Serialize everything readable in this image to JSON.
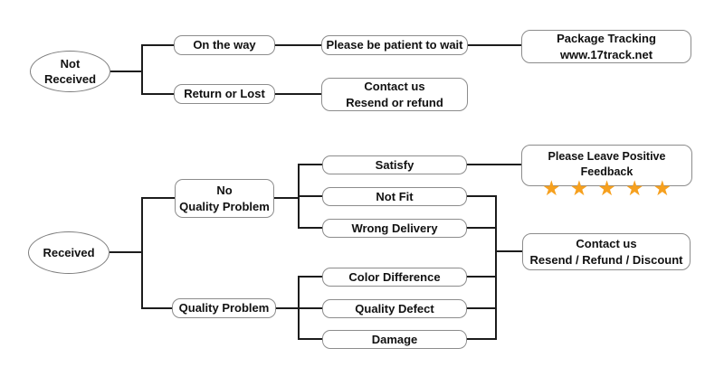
{
  "palette": {
    "background": "#ffffff",
    "box_border": "#8c8c8c",
    "connector_line": "#1c1c1c",
    "text": "#111111",
    "star_color": "#f6a01e"
  },
  "diagram": {
    "not_received_flow": {
      "root": "Not\nReceived",
      "on_the_way": "On the way",
      "be_patient": "Please be patient to wait",
      "package_tracking": "Package Tracking\nwww.17track.net",
      "return_or_lost": "Return or Lost",
      "contact_us": "Contact us\nResend or refund"
    },
    "received_flow": {
      "root": "Received",
      "no_quality_problem": "No\nQuality Problem",
      "satisfy": "Satisfy",
      "not_fit": "Not Fit",
      "wrong_delivery": "Wrong Delivery",
      "positive_feedback": "Please Leave Positive Feedback",
      "star_rating": {
        "count": 5,
        "glyph": "★"
      },
      "quality_problem": "Quality Problem",
      "color_difference": "Color Difference",
      "quality_defect": "Quality Defect",
      "damage": "Damage",
      "contact_us": "Contact us\nResend / Refund / Discount"
    }
  }
}
